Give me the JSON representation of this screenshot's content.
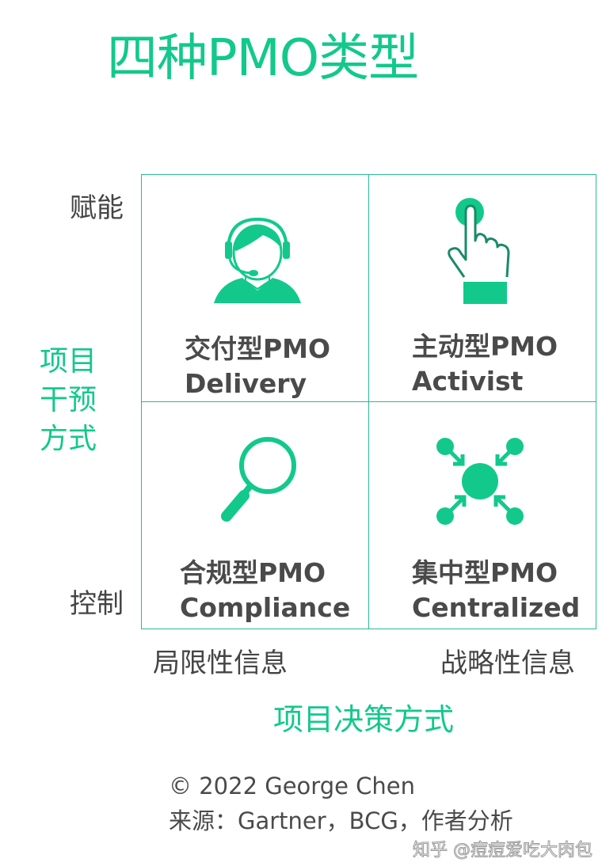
{
  "title": "四种PMO类型",
  "y_axis": {
    "label": "项目干预方式",
    "top": "赋能",
    "bottom": "控制"
  },
  "x_axis": {
    "label": "项目决策方式",
    "left": "局限性信息",
    "right": "战略性信息"
  },
  "quadrants": [
    {
      "name": "交付型PMO",
      "english": "Delivery",
      "icon": "headset-agent-icon"
    },
    {
      "name": "主动型PMO",
      "english": "Activist",
      "icon": "pointing-hand-icon"
    },
    {
      "name": "合规型PMO",
      "english": "Compliance",
      "icon": "magnifier-icon"
    },
    {
      "name": "集中型PMO",
      "english": "Centralized",
      "icon": "converging-arrows-icon"
    }
  ],
  "footer": {
    "copyright": "© 2022 George Chen",
    "source": "来源：Gartner，BCG，作者分析"
  },
  "watermark": "知乎 @痘痘爱吃大肉包",
  "colors": {
    "accent": "#12c98b",
    "grid": "#2bb89a",
    "text": "#4a4a4a"
  }
}
